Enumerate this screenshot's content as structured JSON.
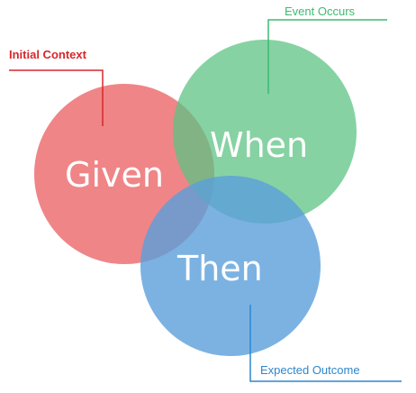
{
  "diagram": {
    "circles": {
      "given": {
        "label": "Given",
        "color": "#ec6a6c"
      },
      "when": {
        "label": "When",
        "color": "#5dc384"
      },
      "then": {
        "label": "Then",
        "color": "#5a9fdb"
      }
    },
    "callouts": {
      "initial_context": {
        "label": "Initial Context",
        "color": "#d7262b"
      },
      "event_occurs": {
        "label": "Event Occurs",
        "color": "#3dba6f"
      },
      "expected_outcome": {
        "label": "Expected Outcome",
        "color": "#2d86cf"
      }
    }
  }
}
